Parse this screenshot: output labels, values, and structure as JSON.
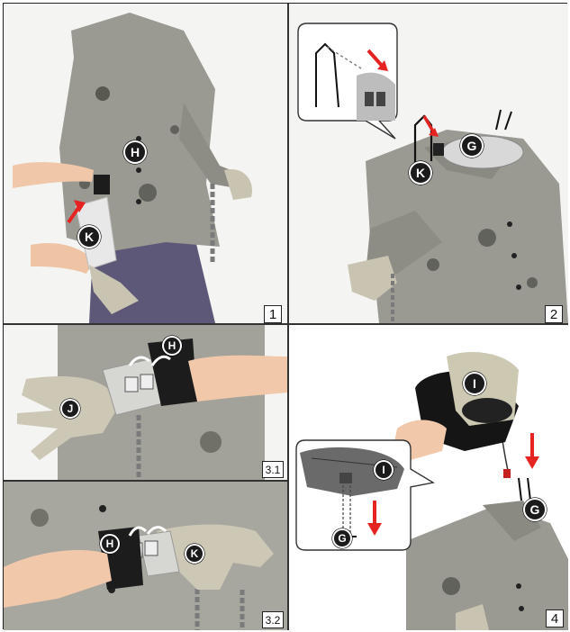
{
  "steps": {
    "step1": "1",
    "step2": "2",
    "step3_1": "3.1",
    "step3_2": "3.2",
    "step4": "4"
  },
  "callouts": {
    "p1_H": "H",
    "p1_K": "K",
    "p2_G": "G",
    "p2_K": "K",
    "p31_H": "H",
    "p31_J": "J",
    "p32_H": "H",
    "p32_K": "K",
    "p4_I": "I",
    "p4_I_zoom": "I",
    "p4_G": "G",
    "p4_G_zoom": "G"
  },
  "colors": {
    "arrow": "#e52421",
    "frame": "#222222",
    "costume": "#9a9a92",
    "pants": "#5e5878",
    "glove": "#c9c4b2"
  }
}
